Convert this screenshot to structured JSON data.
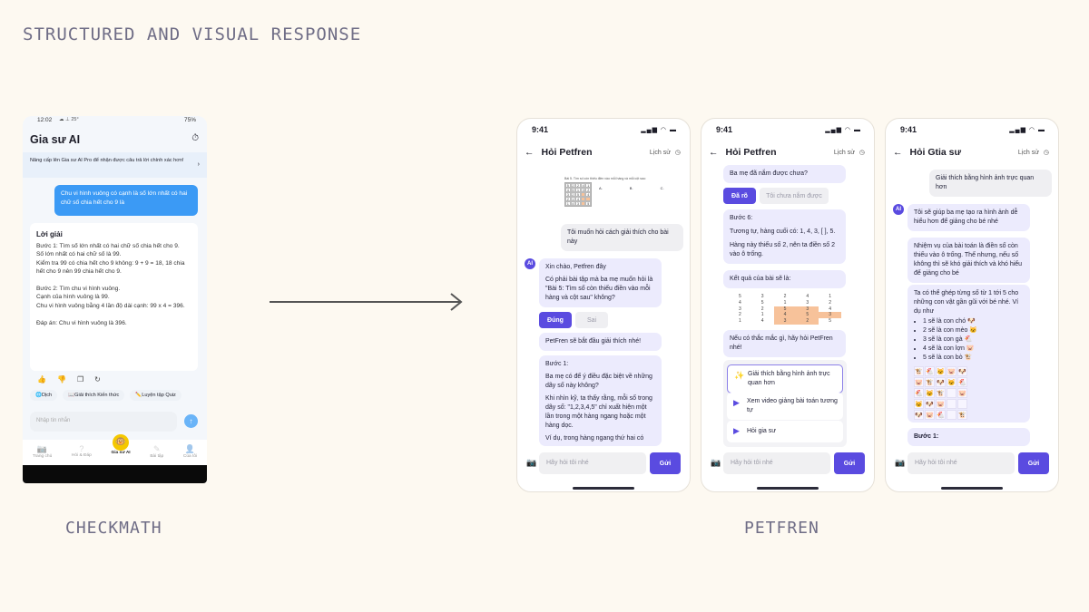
{
  "page": {
    "title": "STRUCTURED AND VISUAL RESPONSE",
    "label_left": "CHECKMATH",
    "label_right": "PETFREN"
  },
  "checkmath": {
    "status": {
      "time": "12:02",
      "battery": "75%",
      "icons": "☁ ⊥ 25°"
    },
    "header": {
      "title": "Gia sư AI"
    },
    "banner": "Nâng cấp lên Gia sư AI Pro để nhận được câu trả lời chính xác hơn!",
    "user_msg": "Chu vi hình vuông có cạnh là số lớn nhất có hai chữ số chia hết cho 9 là",
    "answer": {
      "title": "Lời giải",
      "lines": [
        "Bước 1: Tìm số lớn nhất có hai chữ số chia hết cho 9.",
        "Số lớn nhất có hai chữ số là 99.",
        "Kiểm tra 99 có chia hết cho 9 không: 9 + 9 = 18, 18 chia hết cho 9 nên 99 chia hết cho 9.",
        "",
        "Bước 2: Tìm chu vi hình vuông.",
        "Cạnh của hình vuông là 99.",
        "Chu vi hình vuông bằng 4 lần độ dài cạnh: 99 x 4 = 396.",
        "",
        "Đáp án: Chu vi hình vuông là 396."
      ]
    },
    "chips": [
      "🌐Dịch",
      "📖Giải thích Kiến thức",
      "✏️Luyện tập Quiz"
    ],
    "input_placeholder": "Nhập tin nhắn",
    "tabs": [
      {
        "label": "Trang chủ",
        "icon": "📷"
      },
      {
        "label": "Hỏi & Đáp",
        "icon": "?"
      },
      {
        "label": "Gia sư AI",
        "icon": "🐵",
        "active": true
      },
      {
        "label": "Bài tập",
        "icon": "✎"
      },
      {
        "label": "Của tôi",
        "icon": "👤"
      }
    ]
  },
  "petfren": {
    "time": "9:41",
    "history": "Lịch sử",
    "send": "Gửi",
    "placeholder": "Hãy hỏi tôi nhé",
    "avatar": "AI",
    "screen1": {
      "title": "Hỏi Petfren",
      "image_caption": "Bài 5. Tìm số còn thiếu điền vào mỗi hàng và mỗi cột sau:",
      "puzzle": [
        [
          "5",
          "2",
          "2",
          "4",
          "1"
        ],
        [
          "4",
          "5",
          "1",
          "3",
          "2"
        ],
        [
          "3",
          "2",
          "5",
          "",
          "4"
        ],
        [
          "2",
          "1",
          "4",
          "",
          ""
        ],
        [
          "1",
          "4",
          "3",
          "",
          "5"
        ]
      ],
      "options": [
        "A.",
        "B.",
        "C."
      ],
      "user_msg": "Tôi muốn hỏi cách giải thích cho bài này",
      "ai_greet": "Xin chào, Petfren đây",
      "ai_q": "Có phải bài tập mà ba mẹ muốn hỏi là \"Bài 5: Tìm số còn thiếu điền vào mỗi hàng và cột sau\" không?",
      "yes": "Đúng",
      "no": "Sai",
      "ai_start": "PetFren sẽ bắt đầu giải thích nhé!",
      "step_title": "Bước 1:",
      "step_p1": "Ba mẹ có để ý điều đặc biệt về những dãy số này không?",
      "step_p2": "Khi nhìn kỹ, ta thấy rằng, mỗi số trong dãy số: \"1,2,3,4,5\" chỉ xuất hiện một lần trong một hàng ngang hoặc một hàng dọc.",
      "step_p3": "Ví dụ, trong hàng ngang thứ hai có"
    },
    "screen2": {
      "title": "Hỏi Petfren",
      "q": "Ba mẹ đã nắm được chưa?",
      "yes": "Đã rõ",
      "no": "Tôi chưa nắm được",
      "step_title": "Bước 6:",
      "step_p1": "Tương tự, hàng cuối có: 1, 4, 3, [ ], 5.",
      "step_p2": "Hàng này thiếu số 2, nên ta điền số 2 vào ô trống.",
      "result": "Kết quả của bài sẽ là:",
      "grid": [
        [
          "5",
          "3",
          "2",
          "4",
          "1"
        ],
        [
          "4",
          "5",
          "1",
          "3",
          "2"
        ],
        [
          "3",
          "2",
          "5",
          "3",
          "4"
        ],
        [
          "2",
          "1",
          "4",
          "5",
          "3"
        ],
        [
          "1",
          "4",
          "3",
          "2",
          "5"
        ]
      ],
      "ask": "Nếu có thắc mắc gì, hãy hỏi PetFren nhé!",
      "options": [
        {
          "label": "Giải thích bằng hình ảnh trực quan hơn",
          "icon": "✨"
        },
        {
          "label": "Xem video giảng bài toán tương tự",
          "icon": "▶"
        },
        {
          "label": "Hỏi gia sư",
          "icon": "▶"
        }
      ]
    },
    "screen3": {
      "title": "Hỏi Gtia sư",
      "user_msg": "Giải thích bằng hình ảnh trực quan hơn",
      "m1": "Tôi sẽ giúp ba mẹ tạo ra hình ảnh dễ hiểu hơn để giảng cho bé nhé",
      "m2": "Nhiệm vụ của bài toán là điền số còn thiếu vào ô trống. Thế nhưng, nếu số không thì sẽ khó giải thích và khó hiểu để giảng cho bé",
      "m3": "Ta có thể ghép từng số từ 1 tới 5 cho những con vật gần gũi với bé nhé. Ví dụ như",
      "list": [
        "1 sẽ là con chó 🐶",
        "2 sẽ là con mèo 🐱",
        "3 sẽ là con gà 🐔",
        "4 sẽ là con lợn 🐷",
        "5 sẽ là con bò 🐮"
      ],
      "emoji_grid": [
        [
          "🐮",
          "🐔",
          "🐱",
          "🐷",
          "🐶"
        ],
        [
          "🐷",
          "🐮",
          "🐶",
          "🐱",
          "🐔"
        ],
        [
          "🐔",
          "🐱",
          "🐮",
          "",
          "🐷"
        ],
        [
          "🐱",
          "🐶",
          "🐷",
          "",
          ""
        ],
        [
          "🐶",
          "🐷",
          "🐔",
          "",
          "🐮"
        ]
      ],
      "step_title": "Bước 1:"
    }
  },
  "colors": {
    "accent": "#5a4be0",
    "bubble": "#ecebfd",
    "checkmath_blue": "#3b9af5"
  }
}
